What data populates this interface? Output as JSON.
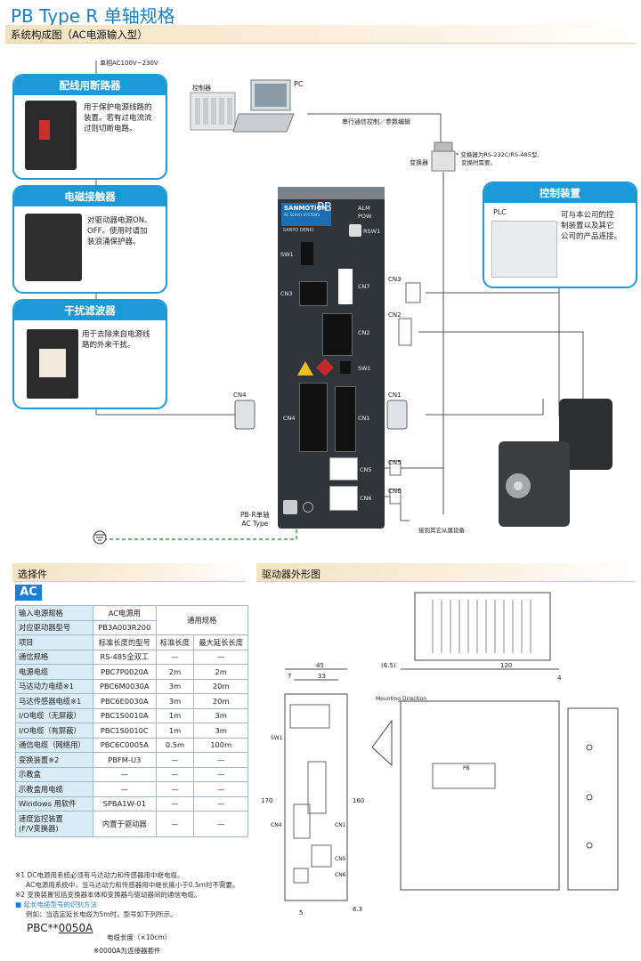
{
  "title": "PB Type R  单轴规格",
  "section_system": "系统构成图（AC电源输入型）",
  "power_label": "单相AC100V~230V",
  "boxes": {
    "breaker": {
      "title": "配线用断路器",
      "desc": [
        "用于保护电源线路的",
        "装置。若有过电流流",
        "过则切断电路。"
      ]
    },
    "contactor": {
      "title": "电磁接触器",
      "desc": [
        "对驱动器电源ON、",
        "OFF。使用时请加",
        "装浪涌保护器。"
      ]
    },
    "filter": {
      "title": "干扰滤波器",
      "desc": [
        "用于去除来自电源线",
        "路的外来干扰。"
      ]
    },
    "plc": {
      "title": "控制装置",
      "plc_label": "PLC",
      "desc": [
        "可与本公司的控",
        "制装置以及其它",
        "公司的产品连接。"
      ]
    }
  },
  "labels": {
    "controller": "控制器",
    "pc": "PC",
    "serial": "串行通信控制／参数编辑",
    "converter": "变换器",
    "converter_note1": "* 变换器为RS-232C/RS-485型,",
    "converter_note2": "变换时需要。",
    "cn3": "CN3",
    "cn2": "CN2",
    "cn1": "CN1",
    "cn4": "CN4",
    "cn5": "CN5",
    "cn6": "CN6",
    "slave_note": "接到其它从属设备",
    "pb_r": "PB-R单轴",
    "ac_type": "AC Type"
  },
  "driver": {
    "brand": "SANMOTION",
    "brand_sub": "AC SERVO SYSTEMS",
    "model": "PB",
    "maker": "SANYO DENKI",
    "alm": "ALM",
    "pow": "POW",
    "rsw1": "RSW1",
    "sw1": "SW1",
    "sw1b": "SW1",
    "cn1": "CN1",
    "cn2": "CN2",
    "cn3": "CN3",
    "cn4": "CN4",
    "cn5": "CN5",
    "cn6": "CN6",
    "cn7": "CN7"
  },
  "section_options": "选择件",
  "ac_badge": "AC",
  "section_outline": "驱动器外形图",
  "table": {
    "header1": [
      "输入电源规格",
      "AC电源用",
      "通用规格"
    ],
    "header2": [
      "对应驱动器型号",
      "PB3A003R200"
    ],
    "header3": [
      "项目",
      "标准长度的型号",
      "标准长度",
      "最大延长长度"
    ],
    "rows": [
      [
        "通信规格",
        "RS-485全双工",
        "—",
        "—"
      ],
      [
        "电源电缆",
        "PBC7P0020A",
        "2m",
        "2m"
      ],
      [
        "马达动力电缆※1",
        "PBC6M0030A",
        "3m",
        "20m"
      ],
      [
        "马达传感器电缆※1",
        "PBC6E0030A",
        "3m",
        "20m"
      ],
      [
        "I/O电缆（无屏蔽）",
        "PBC1S0010A",
        "1m",
        "3m"
      ],
      [
        "I/O电缆（有屏蔽）",
        "PBC1S0010C",
        "1m",
        "3m"
      ],
      [
        "通信电缆（网络用）",
        "PBC6C0005A",
        "0.5m",
        "100m"
      ],
      [
        "变换装置※2",
        "PBFM-U3",
        "—",
        "—"
      ],
      [
        "示教盒",
        "—",
        "—",
        "—"
      ],
      [
        "示教盒用电缆",
        "—",
        "—",
        "—"
      ],
      [
        "Windows 用软件",
        "SPBA1W-01",
        "—",
        "—"
      ]
    ],
    "last_row": [
      "速度监控装置",
      "(F/V变换器)",
      "内置于驱动器",
      "—",
      "—"
    ]
  },
  "notes": {
    "n1a": "※1  DC电源用系统必须有马达动力和传感器用中继电缆。",
    "n1b": "AC电源用系统中，当马达动力和传感器用中继长度小于0.5m时不需要。",
    "n2": "※2  变换装置包括变换器本体和变换器与驱动器间的通信电缆。",
    "ext_title": "■  延长电缆型号的识别方法",
    "ext_example": "例如：当选定延长电缆为5m时，型号如下列所示。",
    "ext_model_a": "PBC**",
    "ext_model_b": "0050A",
    "ext_len": "电缆长度（×10cm）",
    "ext_conn": "※0000A为连接器套件"
  },
  "outline": {
    "d45": "45",
    "d33": "33",
    "d7": "7",
    "d65": "(6.5)",
    "d120": "120",
    "d4": "4",
    "d170": "170",
    "d160": "160",
    "d5": "5",
    "d63": "6.3",
    "mounting": "Mounting Direction",
    "sw1": "SW1",
    "cn4": "CN4",
    "cn1": "CN1",
    "cn5": "CN5",
    "cn6": "CN6",
    "pb": "PB"
  }
}
